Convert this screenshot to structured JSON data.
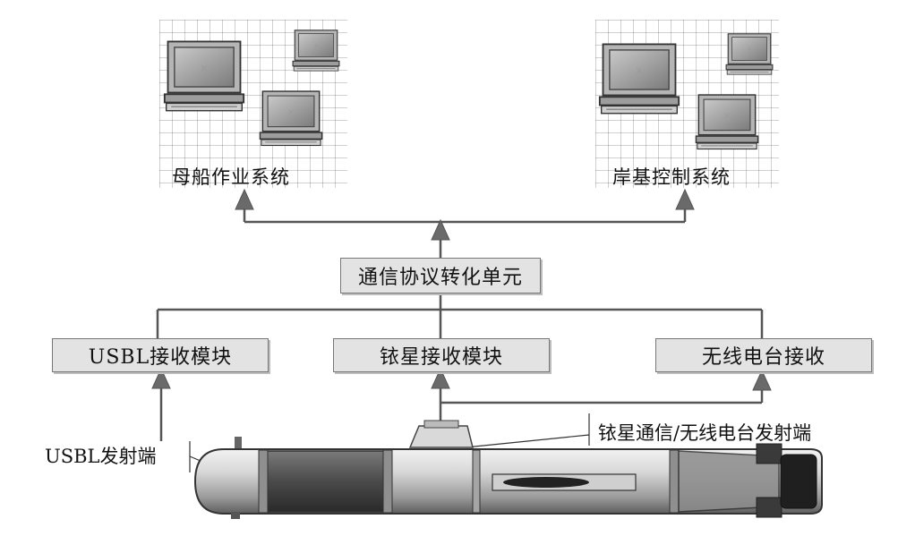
{
  "diagram": {
    "nodes": {
      "mother_ship": {
        "label": "母船作业系统"
      },
      "shore_control": {
        "label": "岸基控制系统"
      },
      "protocol_unit": {
        "label": "通信协议转化单元"
      },
      "usbl_receiver": {
        "label": "USBL接收模块"
      },
      "iridium_receiver": {
        "label": "铱星接收模块"
      },
      "radio_receiver": {
        "label": "无线电台接收"
      }
    },
    "callouts": {
      "usbl_transmitter": {
        "label": "USBL发射端"
      },
      "iridium_radio_transmitter": {
        "label": "铱星通信/无线电台发射端"
      }
    },
    "icons": [
      "computer-icon",
      "auv-vehicle-illustration"
    ],
    "colors": {
      "box_fill": "#e3e3e3",
      "line": "#555555",
      "arrow": "#6a6a6a"
    }
  }
}
